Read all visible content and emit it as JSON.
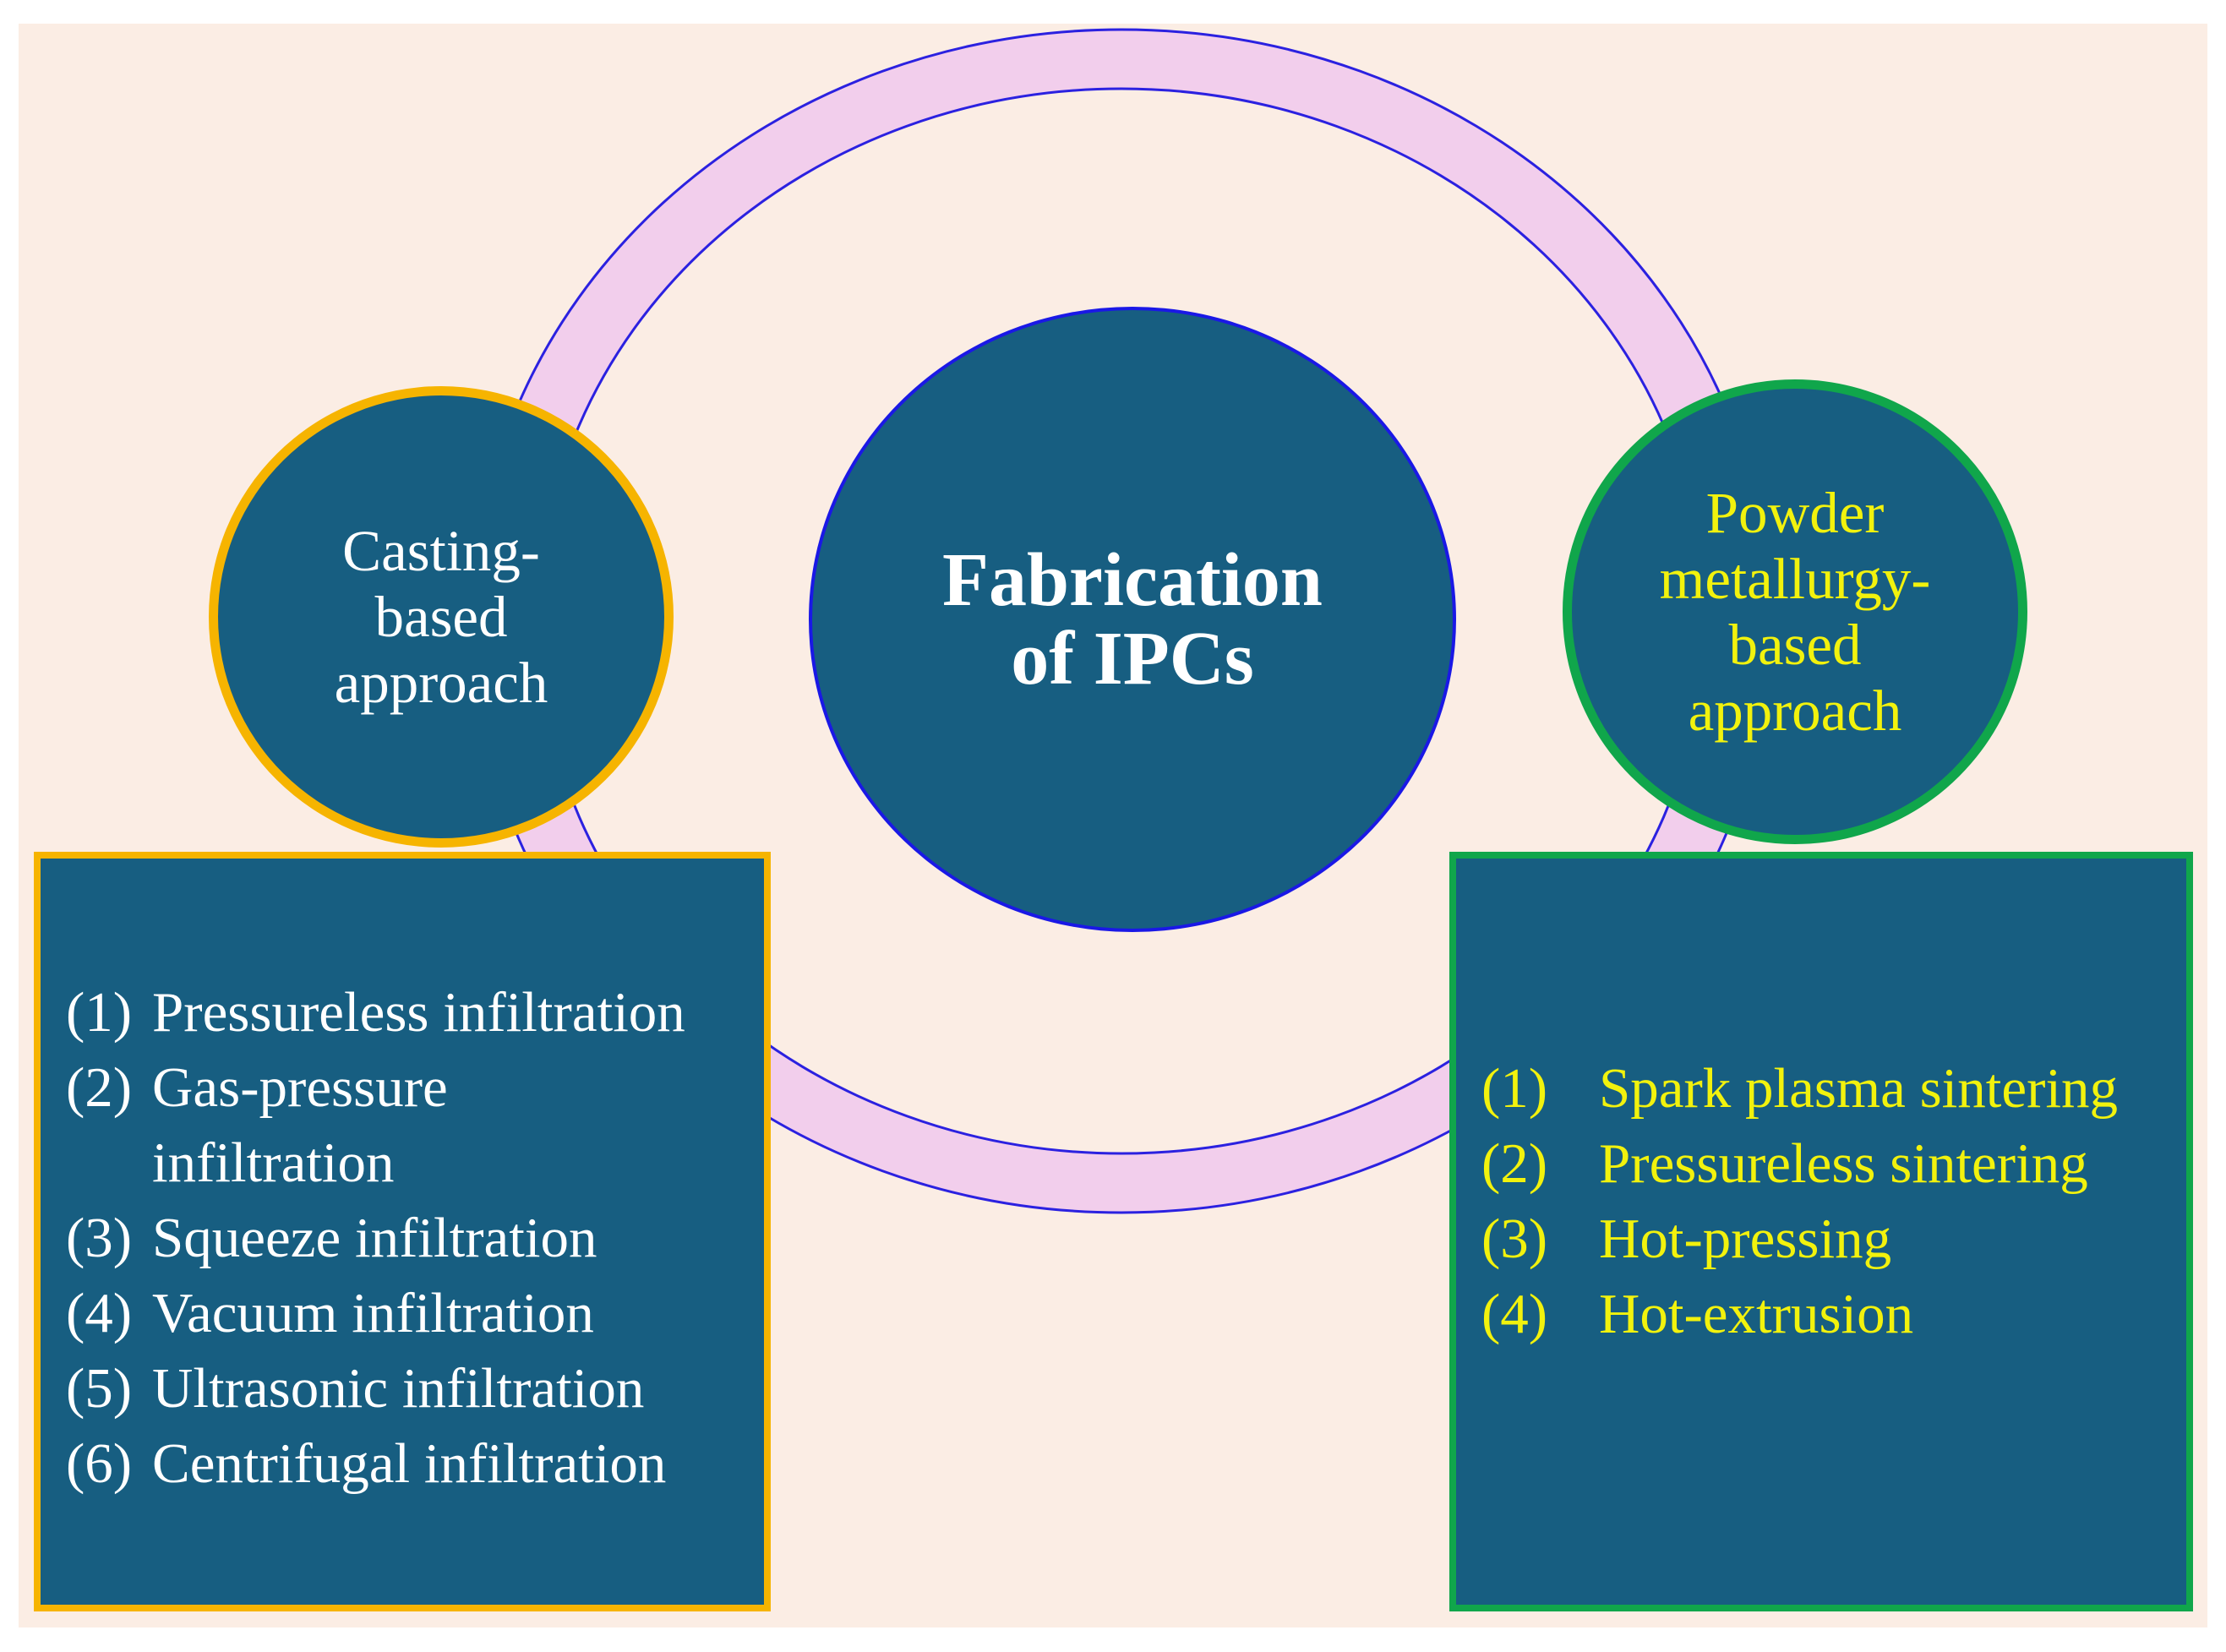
{
  "diagram": {
    "center": {
      "title_lines": [
        "Fabrication",
        "of IPCs"
      ]
    },
    "left": {
      "title_lines": [
        "Casting-",
        "based",
        "approach"
      ],
      "methods": [
        {
          "num": "(1)",
          "text": "Pressureless infiltration"
        },
        {
          "num": "(2)",
          "text": "Gas-pressure infiltration"
        },
        {
          "num": "(3)",
          "text": "Squeeze infiltration"
        },
        {
          "num": "(4)",
          "text": "Vacuum infiltration"
        },
        {
          "num": "(5)",
          "text": "Ultrasonic infiltration"
        },
        {
          "num": "(6)",
          "text": "Centrifugal infiltration"
        }
      ]
    },
    "right": {
      "title_lines": [
        "Powder",
        "metallurgy-",
        "based",
        "approach"
      ],
      "methods": [
        {
          "num": "(1)",
          "text": "Spark plasma sintering"
        },
        {
          "num": "(2)",
          "text": "Pressureless sintering"
        },
        {
          "num": "(3)",
          "text": "Hot-pressing"
        },
        {
          "num": "(4)",
          "text": "Hot-extrusion"
        }
      ]
    }
  },
  "colors": {
    "panel_background": "#fbede4",
    "ring_fill": "#f2ceec",
    "ring_stroke": "#2b21e0",
    "node_fill": "#175e81",
    "center_border": "#1a18e6",
    "casting_accent": "#f6b400",
    "powder_accent": "#10a64b",
    "casting_text": "#ffffff",
    "powder_text": "#f2f20d"
  }
}
